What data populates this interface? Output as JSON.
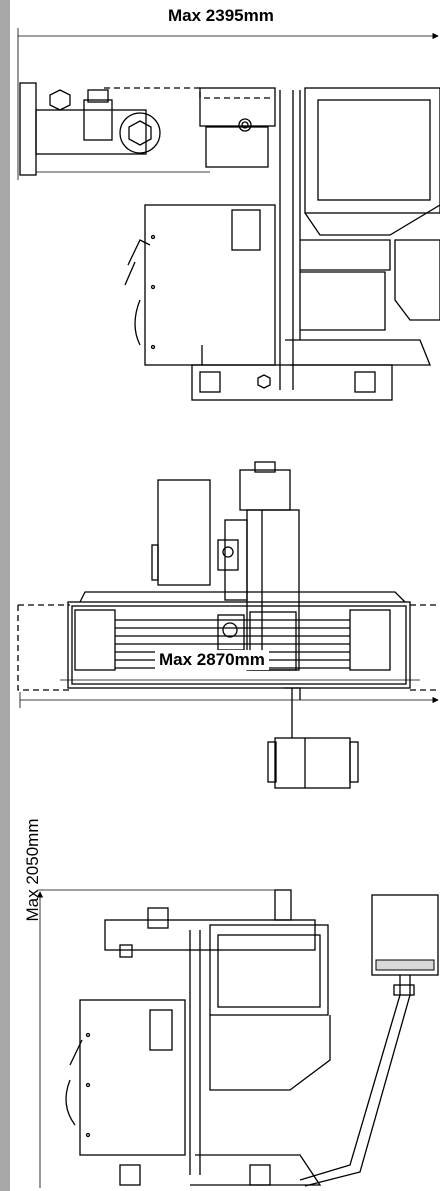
{
  "views": {
    "top_view": {
      "dimension_label": "Max 2395mm"
    },
    "front_view": {
      "dimension_label": "Max 2870mm"
    },
    "side_view": {
      "dimension_label": "Max 2050mm"
    }
  },
  "colors": {
    "line": "#000000",
    "background": "#ffffff",
    "sidebar": "#a8a8a8"
  }
}
